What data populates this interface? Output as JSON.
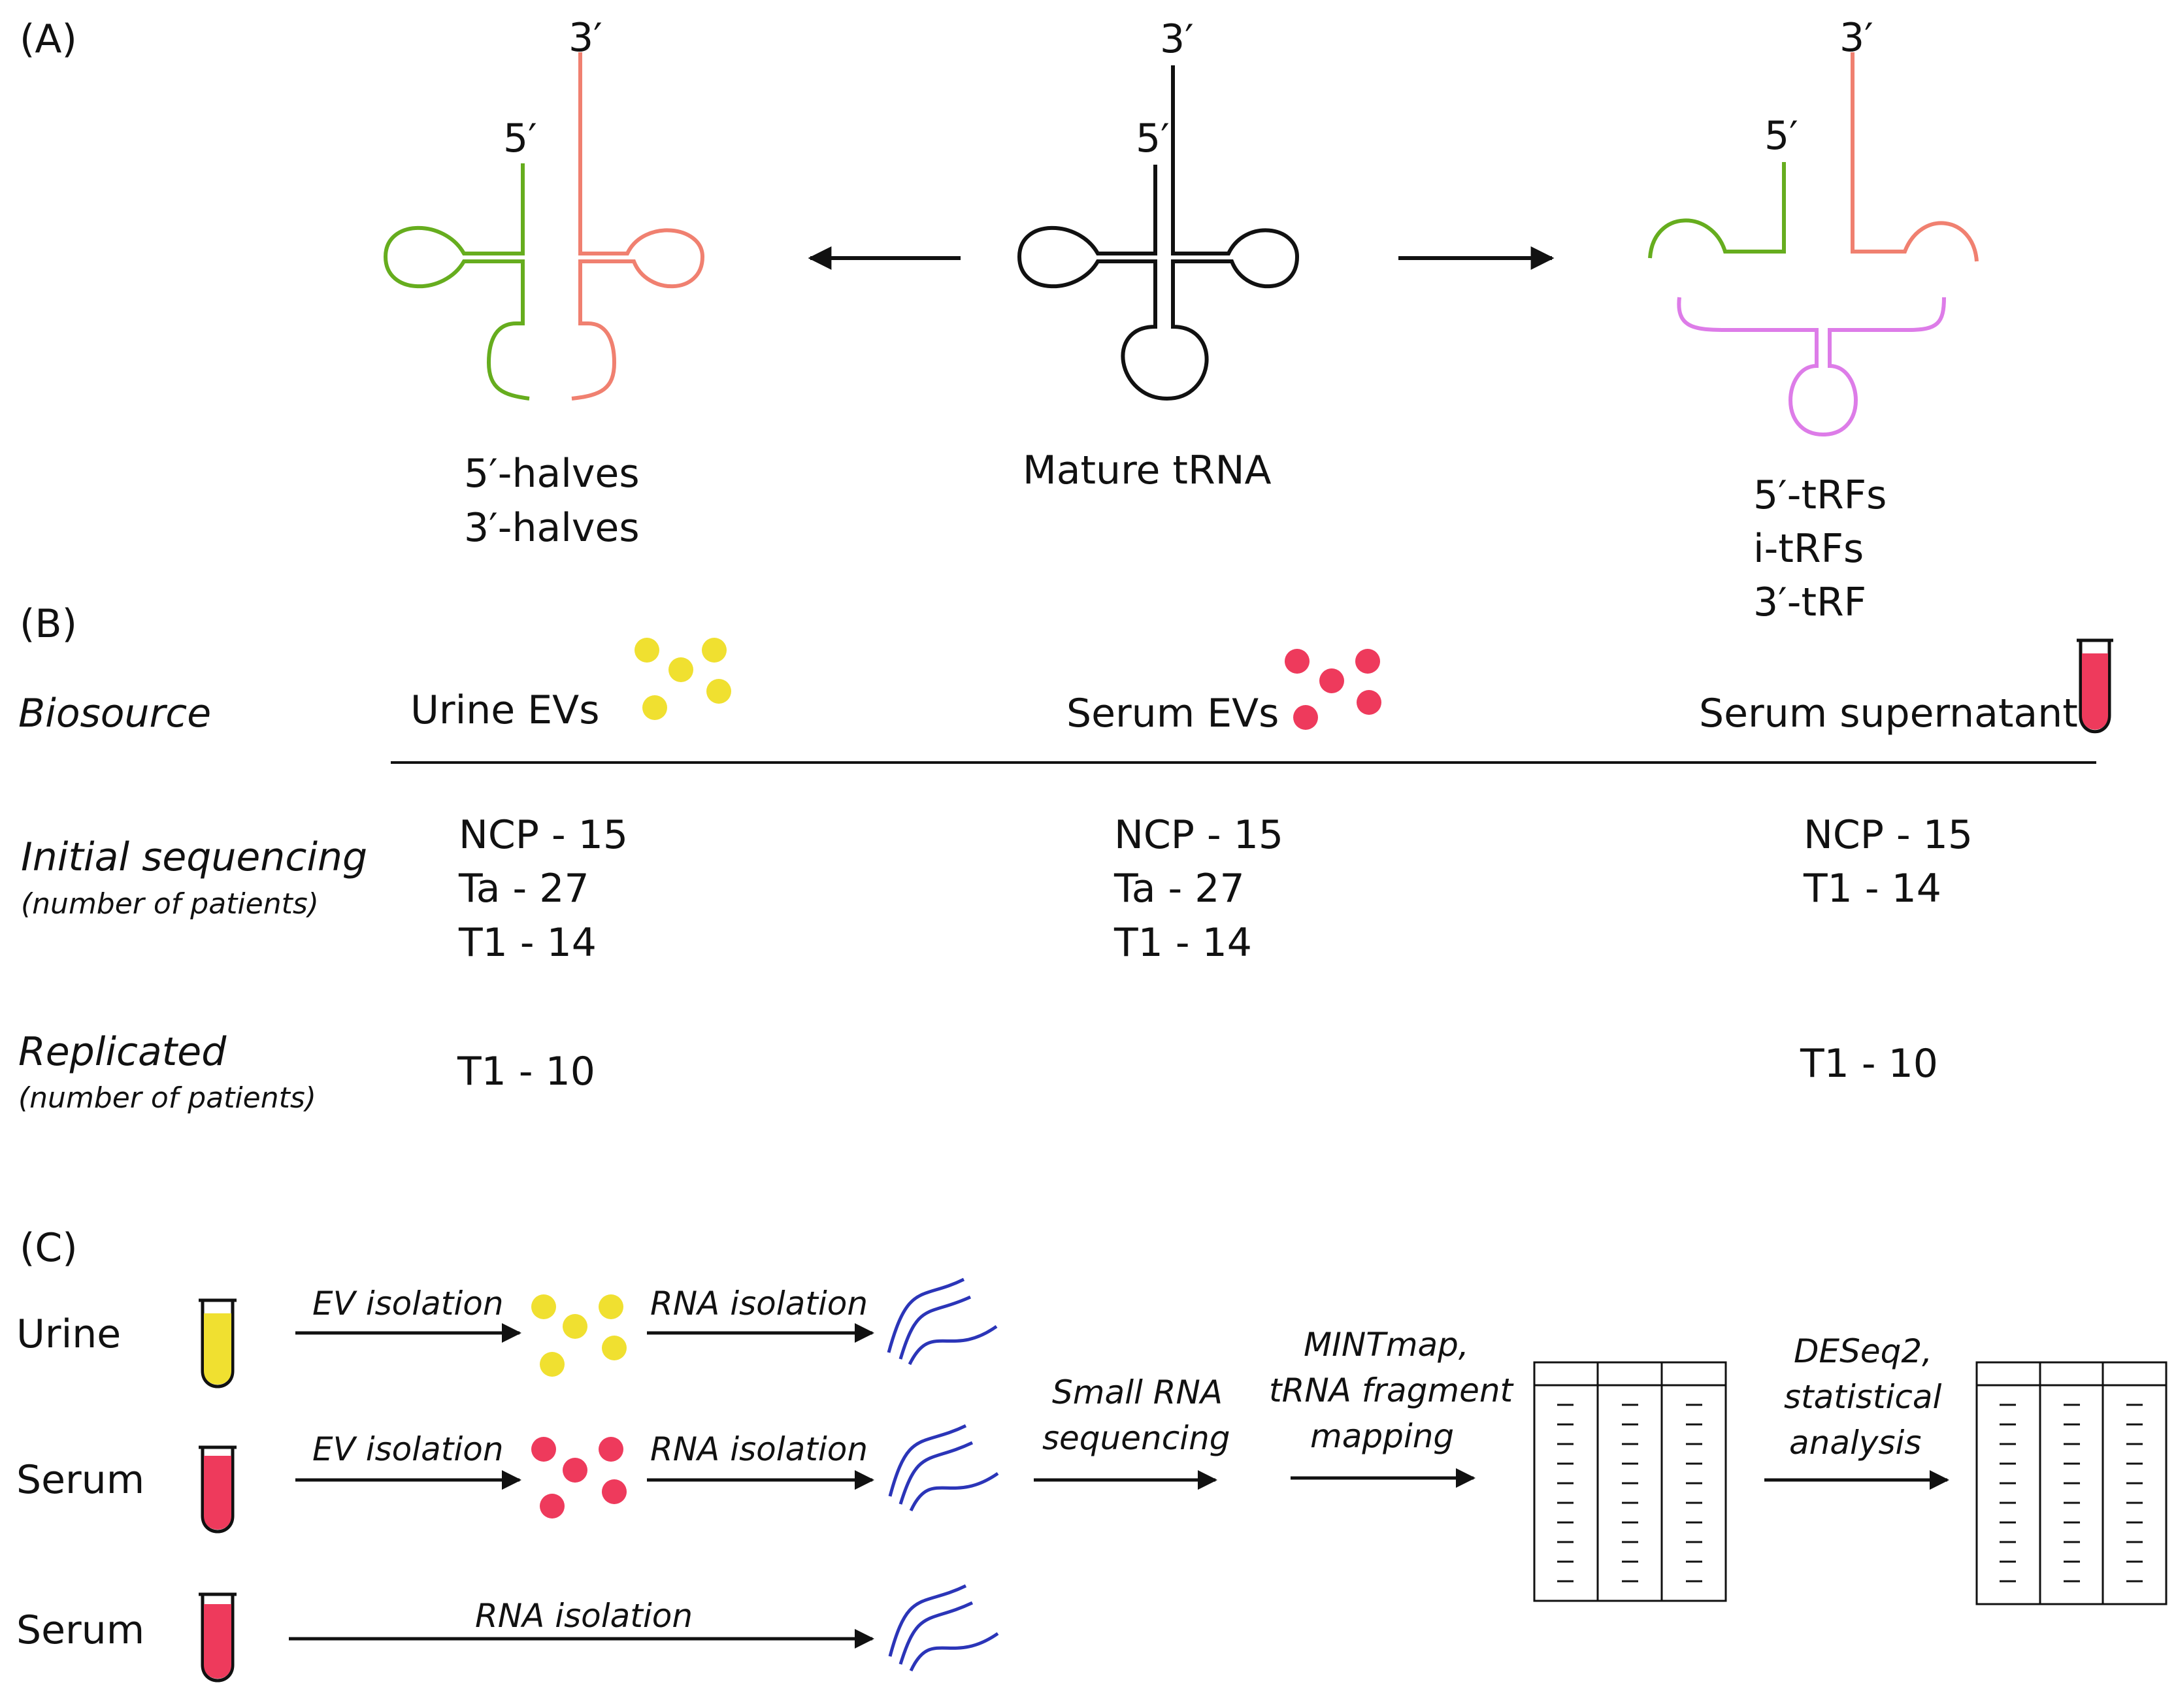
{
  "panel_a": {
    "label": "(A)",
    "halves_labels": [
      "5′-halves",
      "3′-halves"
    ],
    "mature_label": "Mature tRNA",
    "trf_labels": [
      "5′-tRFs",
      "i-tRFs",
      "3′-tRF"
    ],
    "end_5": "5′",
    "end_3": "3′"
  },
  "panel_b": {
    "label": "(B)",
    "row_biosource": "Biosource",
    "row_initial": "Initial sequencing",
    "row_initial_sub": "(number of patients)",
    "row_replicated": "Replicated",
    "row_replicated_sub": "(number of patients)",
    "columns": [
      {
        "name": "Urine EVs",
        "initial": [
          "NCP - 15",
          "Ta - 27",
          "T1 - 14"
        ],
        "replicated": "T1 - 10"
      },
      {
        "name": "Serum EVs",
        "initial": [
          "NCP - 15",
          "Ta - 27",
          "T1 - 14"
        ],
        "replicated": ""
      },
      {
        "name": "Serum supernatant",
        "initial": [
          "NCP - 15",
          "T1 - 14"
        ],
        "replicated": "T1 - 10"
      }
    ]
  },
  "panel_c": {
    "label": "(C)",
    "samples": [
      "Urine",
      "Serum",
      "Serum"
    ],
    "ev_isolation": "EV isolation",
    "rna_isolation": "RNA isolation",
    "small_rna": [
      "Small RNA",
      "sequencing"
    ],
    "mintmap": [
      "MINTmap,",
      "tRNA fragment",
      "mapping"
    ],
    "deseq": [
      "DESeq2,",
      "statistical",
      "analysis"
    ]
  },
  "colors": {
    "green": "#66ad1e",
    "salmon": "#f08070",
    "purple": "#dd7ce8",
    "yellow": "#f0e030",
    "red": "#ee3a5c",
    "blue": "#2b35b8",
    "black": "#111111"
  }
}
